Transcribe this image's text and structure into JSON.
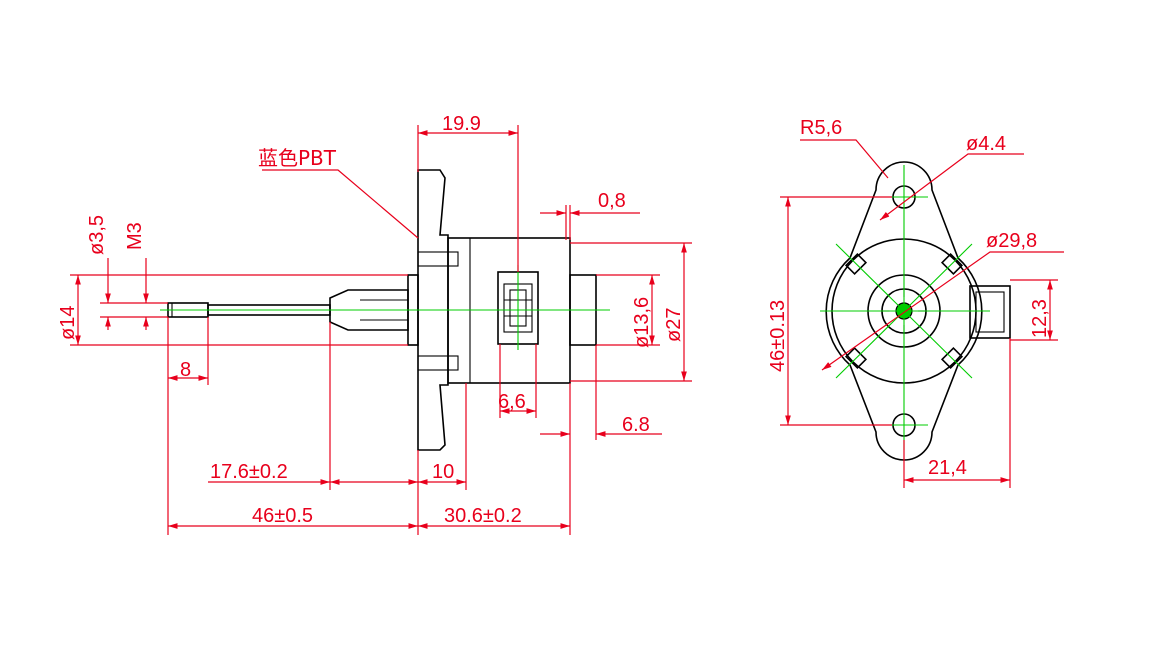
{
  "colors": {
    "dimension": "#e8001c",
    "outline": "#000000",
    "centerline": "#00cc00",
    "background": "#ffffff"
  },
  "labels": {
    "material": "蓝色PBT",
    "d_19_9": "19.9",
    "d_0_8": "0,8",
    "d_phi3_5": "ø3,5",
    "d_m3": "M3",
    "d_phi14": "ø14",
    "d_8": "8",
    "d_phi13_6": "ø13,6",
    "d_phi27": "ø27",
    "d_6_6": "6,6",
    "d_6_8": "6.8",
    "d_17_6": "17.6±0.2",
    "d_10": "10",
    "d_46_0_5": "46±0.5",
    "d_30_6": "30.6±0.2",
    "d_r5_6": "R5,6",
    "d_phi4_4": "ø4.4",
    "d_phi29_8": "ø29,8",
    "d_46_0_13": "46±0.13",
    "d_12_3": "12,3",
    "d_21_4": "21,4"
  }
}
